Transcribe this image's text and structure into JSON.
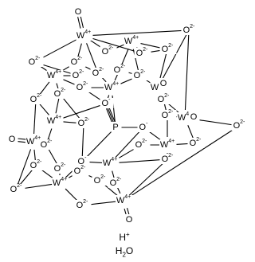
{
  "molecule": {
    "metal": {
      "element": "W",
      "charge": "4+"
    },
    "oxide": {
      "element": "O",
      "charge": "2-"
    },
    "central": {
      "element": "P"
    },
    "oxo_anion": {
      "element": "O",
      "charge": "-"
    },
    "terminal_oxo": {
      "element": "O"
    }
  },
  "footer": {
    "cation": "H",
    "cation_charge": "+",
    "water_h": "H",
    "water_subscript": "2",
    "water_o": "O"
  }
}
